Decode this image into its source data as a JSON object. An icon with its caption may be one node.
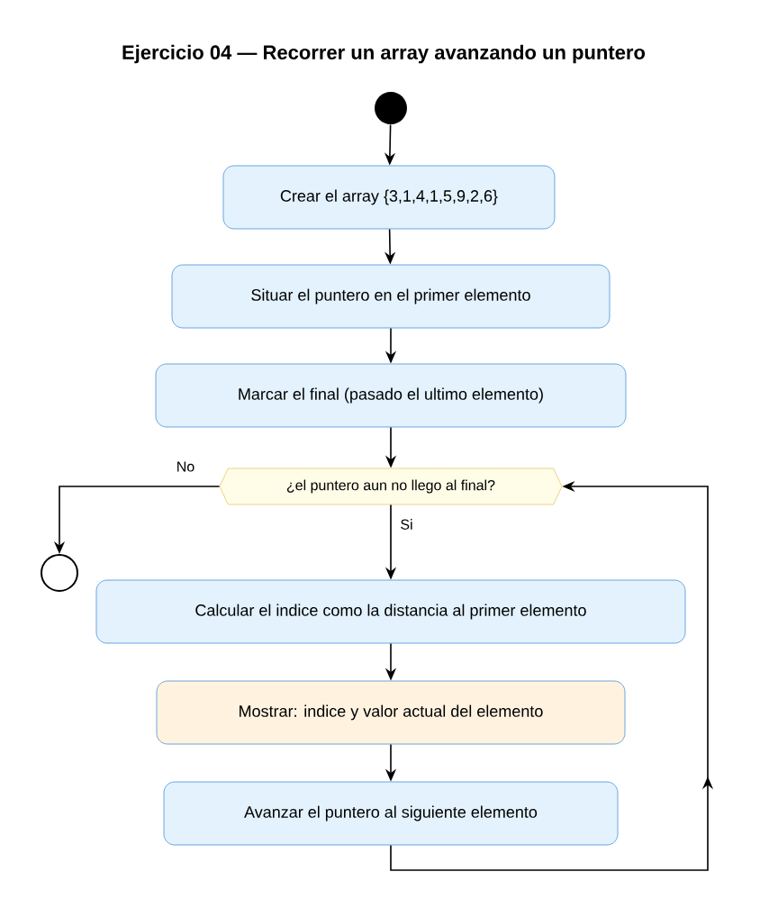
{
  "diagram": {
    "title": "Ejercicio 04 — Recorrer un array avanzando un puntero",
    "nodes": [
      {
        "text": [],
        "shape": "circle"
      },
      {
        "text": [
          "Crear el array {3,1,4,1,5,9,2,6}"
        ]
      },
      {
        "text": [
          "Situar el puntero en el primer elemento"
        ]
      },
      {
        "text": [
          "Marcar el final (pasado el ultimo elemento)"
        ]
      },
      {
        "text": [
          "¿el puntero aun no llego al final?"
        ]
      },
      {
        "text": [],
        "shape": "circle"
      },
      {
        "text": [
          "Calcular el indice como la distancia al primer elemento"
        ]
      },
      {
        "text": [
          "Mostrar: indice y valor actual del elemento"
        ]
      },
      {
        "text": [
          "Avanzar el puntero al siguiente elemento"
        ]
      }
    ],
    "edges": [
      {
        "from": 0,
        "to": 1,
        "arrow": "to"
      },
      {
        "from": 1,
        "to": 2,
        "arrow": "to"
      },
      {
        "from": 2,
        "to": 3,
        "arrow": "to"
      },
      {
        "from": 3,
        "to": 4,
        "arrow": "to"
      },
      {
        "from": 4,
        "to": 5,
        "arrow": "to",
        "label": "No"
      },
      {
        "from": 4,
        "to": 6,
        "arrow": "to",
        "label": "Si"
      },
      {
        "from": 6,
        "to": 7,
        "arrow": "to"
      },
      {
        "from": 7,
        "to": 8,
        "arrow": "to"
      },
      {
        "from": 8,
        "to": 4,
        "arrow": "to"
      }
    ]
  }
}
